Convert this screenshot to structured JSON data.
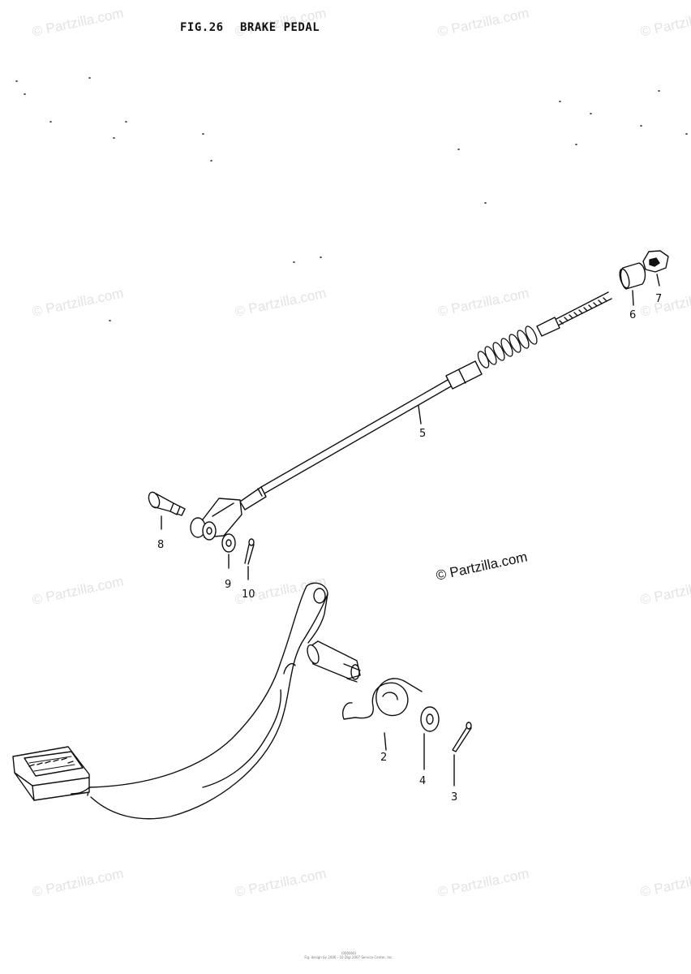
{
  "figure": {
    "number": "FIG.26",
    "title": "BRAKE PEDAL"
  },
  "callouts": [
    {
      "id": "c2",
      "label": "2",
      "part": "spring"
    },
    {
      "id": "c3",
      "label": "3",
      "part": "cotter-pin"
    },
    {
      "id": "c4",
      "label": "4",
      "part": "washer"
    },
    {
      "id": "c5",
      "label": "5",
      "part": "brake-rod"
    },
    {
      "id": "c6",
      "label": "6",
      "part": "joint"
    },
    {
      "id": "c7",
      "label": "7",
      "part": "adjusting-nut"
    },
    {
      "id": "c8",
      "label": "8",
      "part": "clevis-pin"
    },
    {
      "id": "c9",
      "label": "9",
      "part": "washer"
    },
    {
      "id": "c10",
      "label": "10",
      "part": "cotter-pin"
    }
  ],
  "watermark": {
    "text": "© Partzilla.com"
  },
  "copyright": {
    "text": "© Partzilla.com"
  },
  "footer": {
    "line1": "(000000)",
    "line2": "Fig. design by 2006 - 10 Digi 2007 Service Center, Inc."
  },
  "colors": {
    "line": "#111111",
    "watermark": "#e3e3e3"
  }
}
